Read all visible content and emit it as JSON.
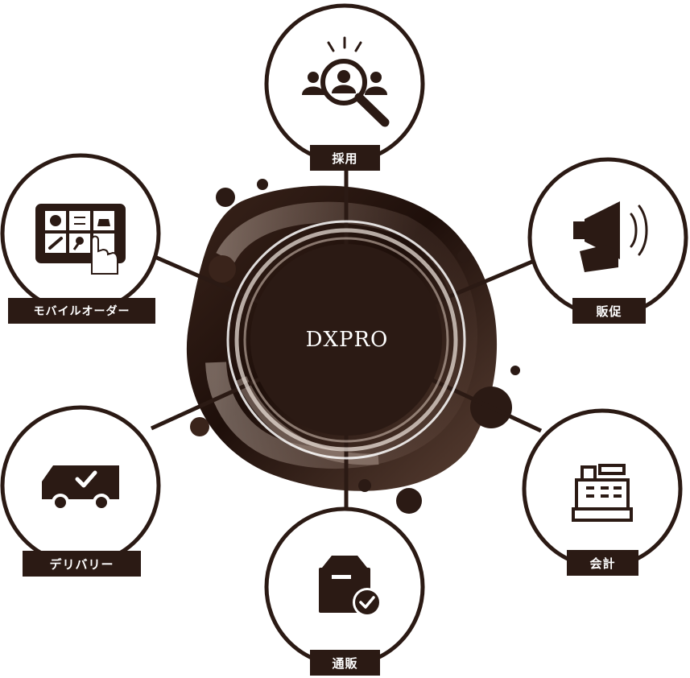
{
  "center": {
    "title": "DXPRO"
  },
  "colors": {
    "dark": "#2b1a14",
    "ring": "#8a7468",
    "white": "#ffffff"
  },
  "nodes": [
    {
      "id": "recruit",
      "label": "採用",
      "icon": "recruit-search-icon"
    },
    {
      "id": "promo",
      "label": "販促",
      "icon": "megaphone-icon"
    },
    {
      "id": "accounting",
      "label": "会計",
      "icon": "cash-register-icon"
    },
    {
      "id": "ecommerce",
      "label": "通販",
      "icon": "package-check-icon"
    },
    {
      "id": "delivery",
      "label": "デリバリー",
      "icon": "delivery-truck-icon"
    },
    {
      "id": "mobile-order",
      "label": "モバイルオーダー",
      "icon": "tablet-order-icon"
    }
  ]
}
